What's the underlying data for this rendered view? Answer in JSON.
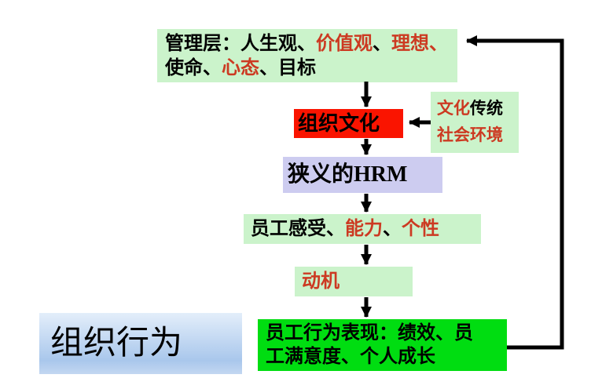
{
  "colors": {
    "background": "#ffffff",
    "box_light_green": "#cbf3cb",
    "box_red": "#fa1400",
    "box_lavender": "#cdccf0",
    "box_bright_green": "#00dd11",
    "ob_box_gradient_top": "#e3eefa",
    "ob_box_gradient_bottom": "#a9c7ec",
    "text_black": "#000000",
    "text_red": "#cc3a22",
    "arrow_color": "#000000"
  },
  "management_box": {
    "line1_segments": [
      "管理层：人生观、",
      "价值观",
      "、",
      "理想",
      "、"
    ],
    "line2_segments": [
      "使命、",
      "心态",
      "、",
      "目标"
    ]
  },
  "culture_box": {
    "label": "组织文化"
  },
  "context_box": {
    "line1_segments": [
      "文化",
      "传统"
    ],
    "line2": "社会环境"
  },
  "hrm_box": {
    "label": "狭义的HRM"
  },
  "perception_box": {
    "segments": [
      "员工感受、",
      "能力",
      "、",
      "个性"
    ]
  },
  "motivation_box": {
    "label": "动机"
  },
  "behavior_box": {
    "label": "员工行为表现：绩效、员工满意度、个人成长"
  },
  "ob_box": {
    "label": "组织行为"
  }
}
